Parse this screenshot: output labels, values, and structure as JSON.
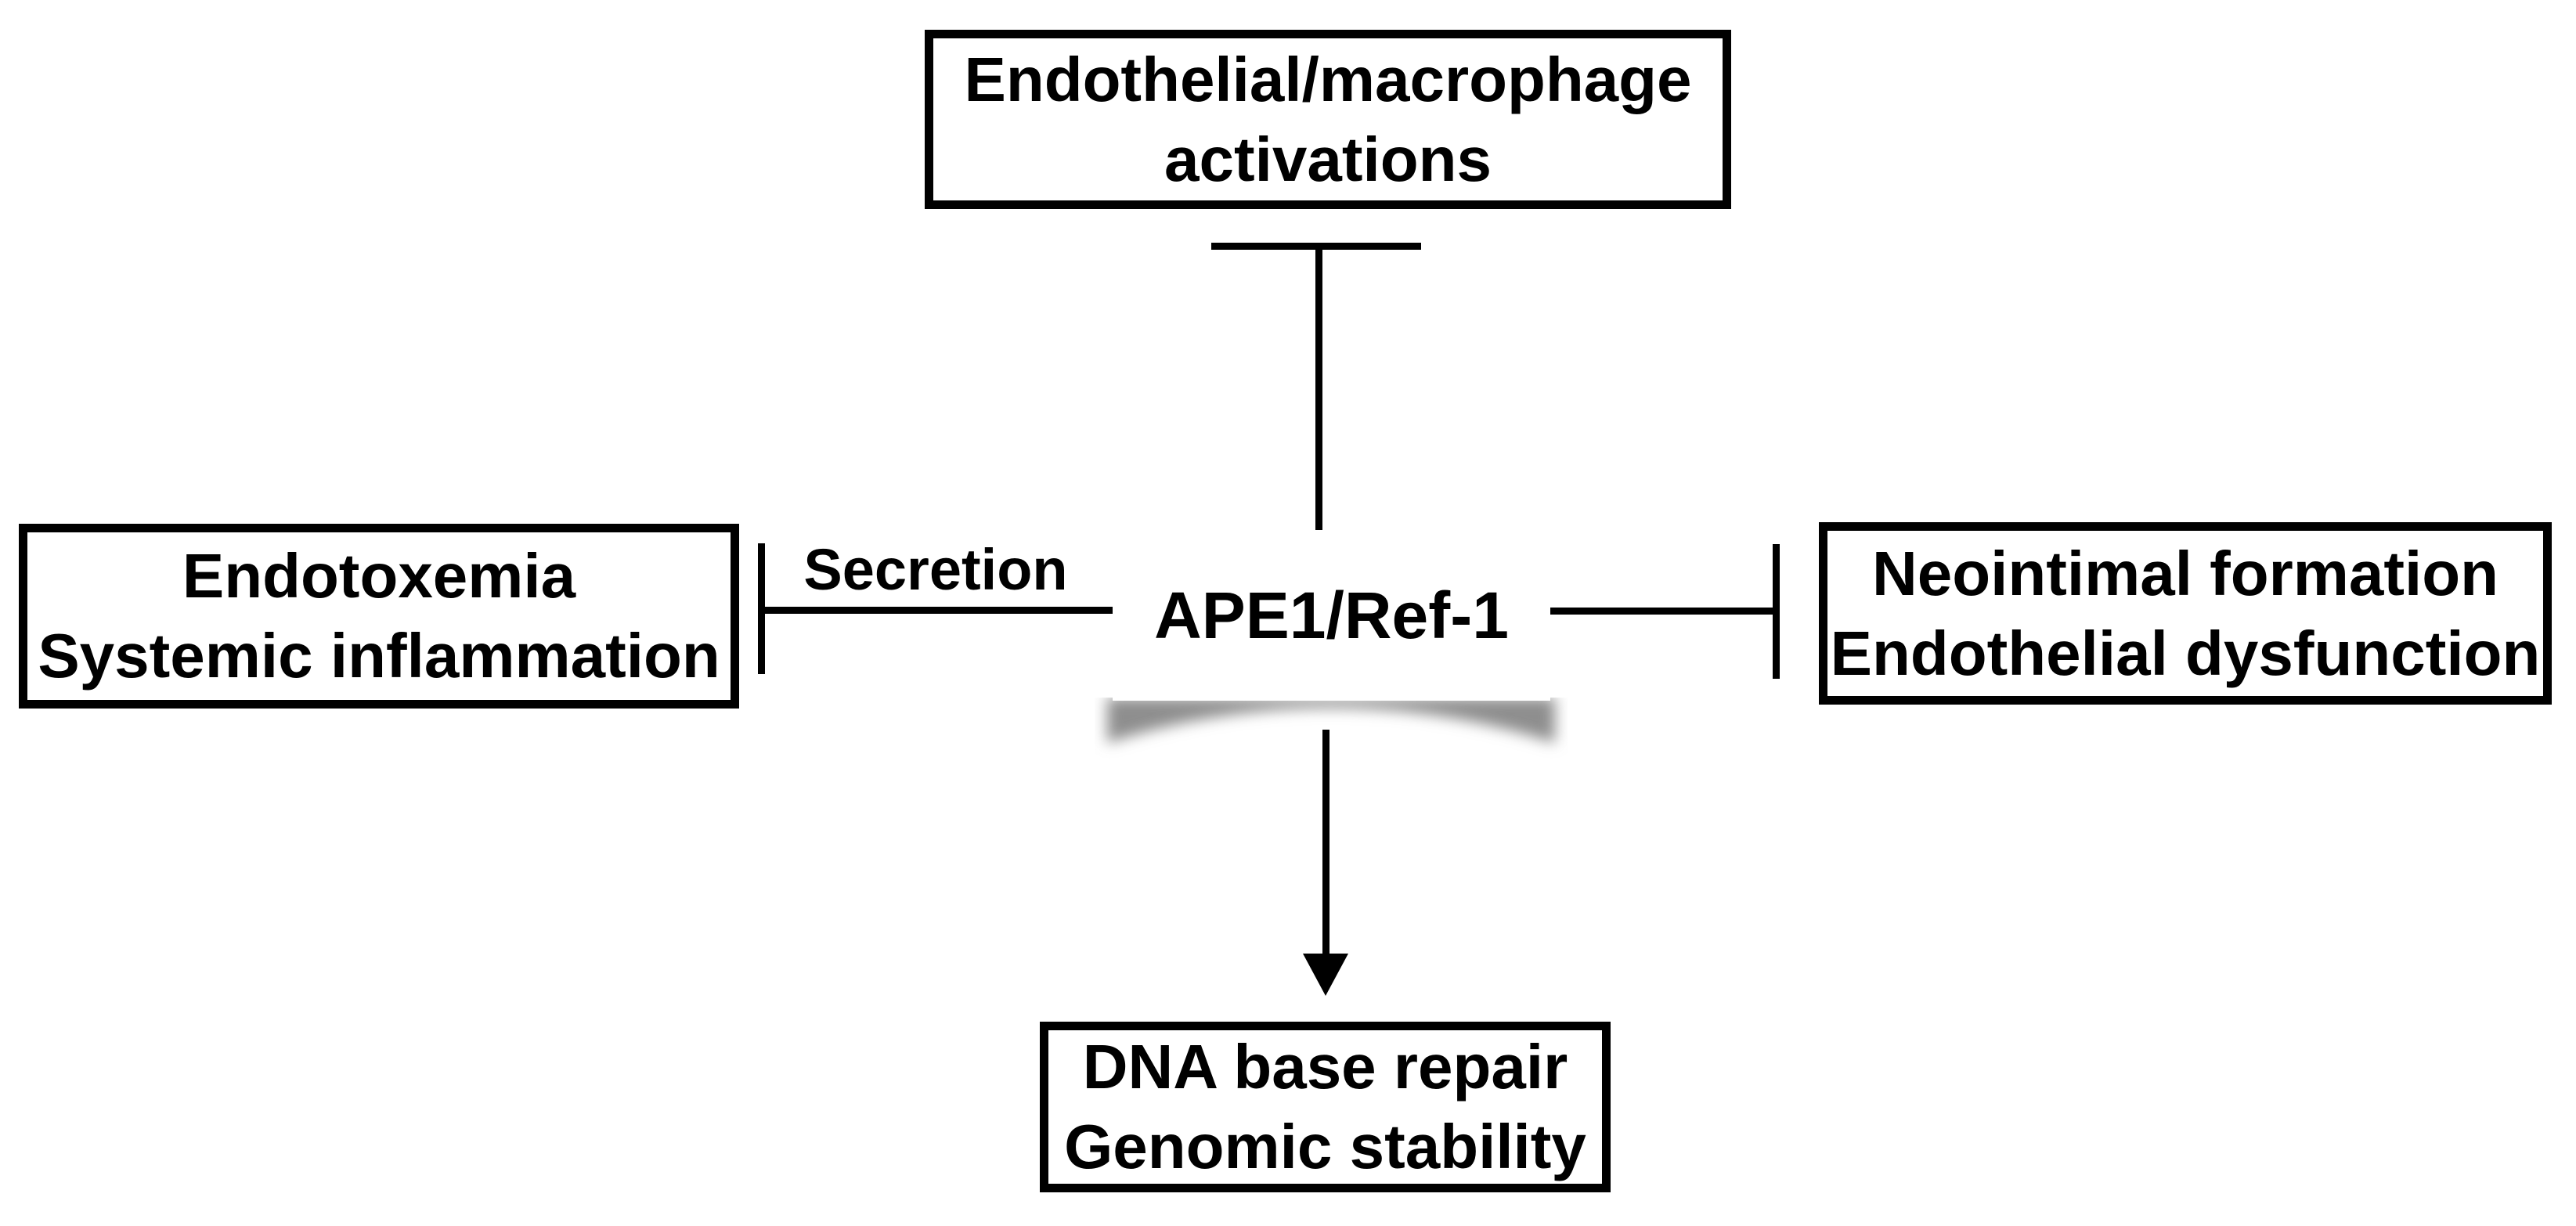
{
  "figure": {
    "background_color": "#ffffff",
    "ink_color": "#000000",
    "shadow_color": "#8e8e8e",
    "nodes": {
      "top": {
        "lines": [
          "Endothelial/macrophage",
          "activations"
        ]
      },
      "left": {
        "lines": [
          "Endotoxemia",
          "Systemic inflammation"
        ]
      },
      "center": {
        "label": "APE1/Ref-1"
      },
      "right": {
        "lines": [
          "Neointimal formation",
          "Endothelial dysfunction"
        ]
      },
      "bottom": {
        "lines": [
          "DNA base repair",
          "Genomic stability"
        ]
      }
    },
    "labels": {
      "secretion": "Secretion"
    },
    "connectors": [
      {
        "from": "center",
        "to": "top",
        "type": "inhibition"
      },
      {
        "from": "center",
        "to": "left",
        "type": "inhibition",
        "label": "Secretion"
      },
      {
        "from": "center",
        "to": "right",
        "type": "inhibition"
      },
      {
        "from": "center",
        "to": "bottom",
        "type": "arrow"
      }
    ]
  }
}
